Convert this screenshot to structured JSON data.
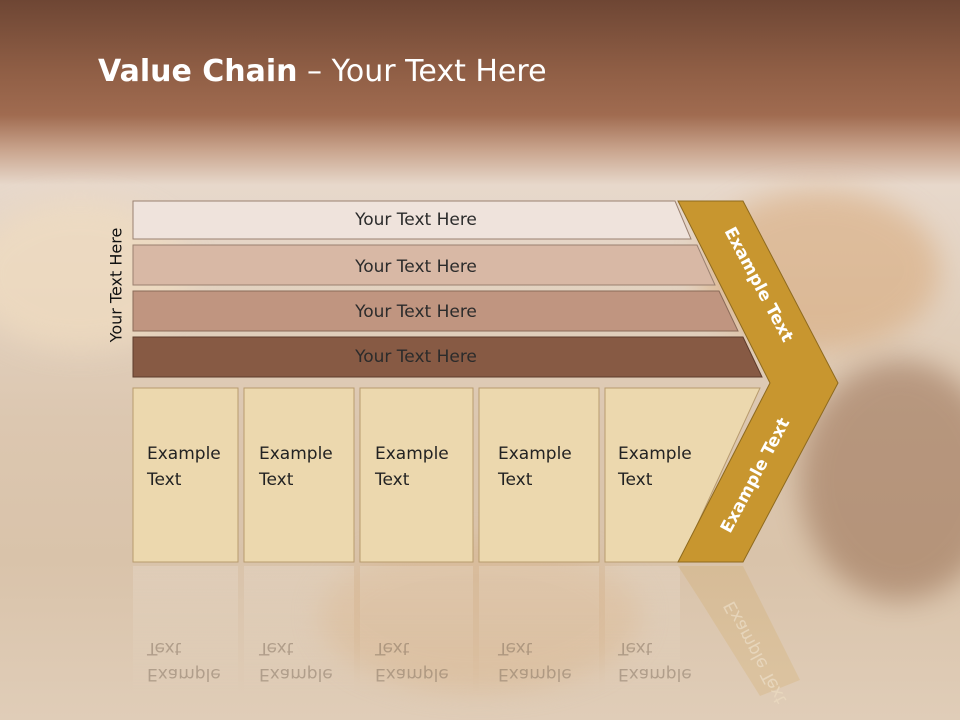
{
  "slide": {
    "title_bold": "Value Chain",
    "title_rest": " – Your Text Here",
    "side_label": "Your Text Here"
  },
  "rows": [
    {
      "label": "Your Text Here",
      "color": "#efe3dc"
    },
    {
      "label": "Your Text Here",
      "color": "#d8b8a5"
    },
    {
      "label": "Your Text Here",
      "color": "#c09580"
    },
    {
      "label": "Your Text Here",
      "color": "#875a44"
    }
  ],
  "boxes": [
    {
      "line1": "Example",
      "line2": "Text"
    },
    {
      "line1": "Example",
      "line2": "Text"
    },
    {
      "line1": "Example",
      "line2": "Text"
    },
    {
      "line1": "Example",
      "line2": "Text"
    },
    {
      "line1": "Example",
      "line2": "Text"
    }
  ],
  "chevron": {
    "top_label": "Example Text",
    "bottom_label": "Example Text",
    "color": "#c8962f"
  },
  "colors": {
    "box_fill": "#ecd8ae",
    "box_stroke": "#b89b6e"
  }
}
